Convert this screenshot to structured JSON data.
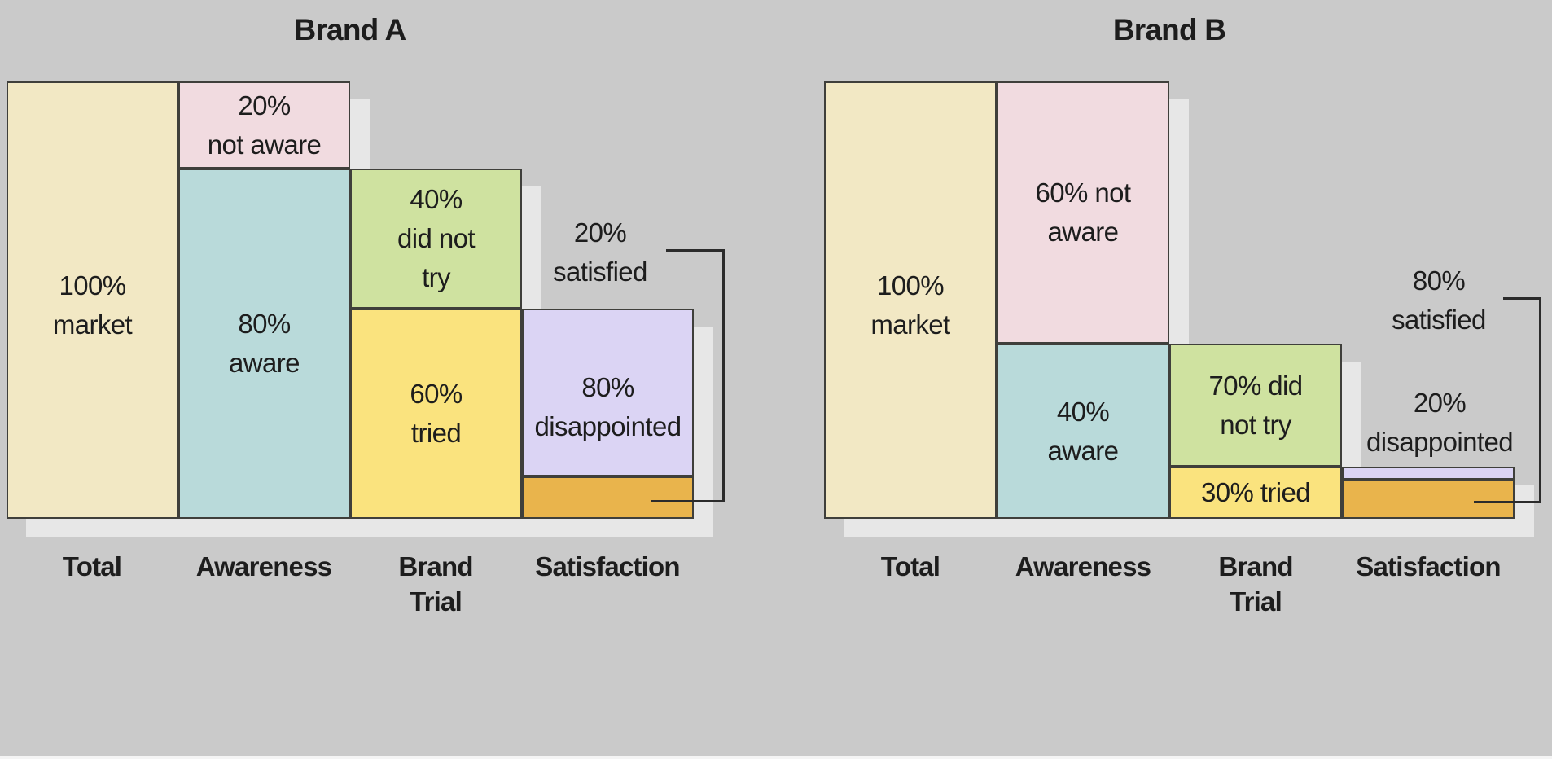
{
  "figure": {
    "background_color": "#cacaca",
    "shadow_color": "#e7e7e7",
    "box_border_color": "#3f3f3b",
    "bracket_line_color": "#2b2b2b",
    "text_color": "#1d1d1d"
  },
  "colors": {
    "cream": "#f2e8c4",
    "pink": "#f1dbe0",
    "teal": "#b9dada",
    "green": "#cfe2a0",
    "yellow": "#fae37e",
    "purple": "#dbd4f4",
    "orange": "#e9b44c"
  },
  "panels": {
    "a": {
      "title": "Brand A",
      "total": {
        "l1": "100%",
        "l2": "market"
      },
      "not_aware": {
        "l1": "20%",
        "l2": "not aware"
      },
      "aware": {
        "l1": "80%",
        "l2": "aware"
      },
      "did_not_try": {
        "l1": "40%",
        "l2": "did not",
        "l3": "try"
      },
      "tried": {
        "l1": "60%",
        "l2": "tried"
      },
      "disappointed": {
        "l1": "80%",
        "l2": "disappointed"
      },
      "satisfied_callout": {
        "l1": "20%",
        "l2": "satisfied"
      },
      "axis": {
        "total": "Total",
        "awareness": "Awareness",
        "brand": "Brand",
        "trial": "Trial",
        "satisfaction": "Satisfaction"
      }
    },
    "b": {
      "title": "Brand B",
      "total": {
        "l1": "100%",
        "l2": "market"
      },
      "not_aware": {
        "l1": "60% not",
        "l2": "aware"
      },
      "aware": {
        "l1": "40%",
        "l2": "aware"
      },
      "did_not_try": {
        "l1": "70% did",
        "l2": "not try"
      },
      "tried": {
        "l1": "30% tried"
      },
      "disappointed_callout": {
        "l1": "20%",
        "l2": "disappointed"
      },
      "satisfied_callout": {
        "l1": "80%",
        "l2": "satisfied"
      },
      "axis": {
        "total": "Total",
        "awareness": "Awareness",
        "brand": "Brand",
        "trial": "Trial",
        "satisfaction": "Satisfaction"
      }
    }
  },
  "chart_data": [
    {
      "type": "bar",
      "title": "Brand A",
      "subtype": "hierarchical funnel of stacked bars",
      "categories": [
        "Total",
        "Awareness",
        "Brand Trial",
        "Satisfaction"
      ],
      "segments": [
        {
          "category": "Total",
          "label": "100% market",
          "pct_of_stage": 100,
          "pct_of_total_market": 100,
          "color_key": "cream"
        },
        {
          "category": "Awareness",
          "label": "20% not aware",
          "pct_of_stage": 20,
          "pct_of_total_market": 20,
          "color_key": "pink"
        },
        {
          "category": "Awareness",
          "label": "80% aware",
          "pct_of_stage": 80,
          "pct_of_total_market": 80,
          "color_key": "teal"
        },
        {
          "category": "Brand Trial",
          "label": "40% did not try",
          "pct_of_stage": 40,
          "pct_of_total_market": 32,
          "color_key": "green"
        },
        {
          "category": "Brand Trial",
          "label": "60% tried",
          "pct_of_stage": 60,
          "pct_of_total_market": 48,
          "color_key": "yellow"
        },
        {
          "category": "Satisfaction",
          "label": "80% disappointed",
          "pct_of_stage": 80,
          "pct_of_total_market": 38.4,
          "color_key": "purple"
        },
        {
          "category": "Satisfaction",
          "label": "20% satisfied",
          "pct_of_stage": 20,
          "pct_of_total_market": 9.6,
          "color_key": "orange"
        }
      ],
      "ylim": [
        0,
        100
      ],
      "grid": false,
      "legend": false
    },
    {
      "type": "bar",
      "title": "Brand B",
      "subtype": "hierarchical funnel of stacked bars",
      "categories": [
        "Total",
        "Awareness",
        "Brand Trial",
        "Satisfaction"
      ],
      "segments": [
        {
          "category": "Total",
          "label": "100% market",
          "pct_of_stage": 100,
          "pct_of_total_market": 100,
          "color_key": "cream"
        },
        {
          "category": "Awareness",
          "label": "60% not aware",
          "pct_of_stage": 60,
          "pct_of_total_market": 60,
          "color_key": "pink"
        },
        {
          "category": "Awareness",
          "label": "40% aware",
          "pct_of_stage": 40,
          "pct_of_total_market": 40,
          "color_key": "teal"
        },
        {
          "category": "Brand Trial",
          "label": "70% did not try",
          "pct_of_stage": 70,
          "pct_of_total_market": 28,
          "color_key": "green"
        },
        {
          "category": "Brand Trial",
          "label": "30% tried",
          "pct_of_stage": 30,
          "pct_of_total_market": 12,
          "color_key": "yellow"
        },
        {
          "category": "Satisfaction",
          "label": "20% disappointed",
          "pct_of_stage": 20,
          "pct_of_total_market": 2.4,
          "color_key": "purple"
        },
        {
          "category": "Satisfaction",
          "label": "80% satisfied",
          "pct_of_stage": 80,
          "pct_of_total_market": 9.6,
          "color_key": "orange"
        }
      ],
      "ylim": [
        0,
        100
      ],
      "grid": false,
      "legend": false
    }
  ]
}
